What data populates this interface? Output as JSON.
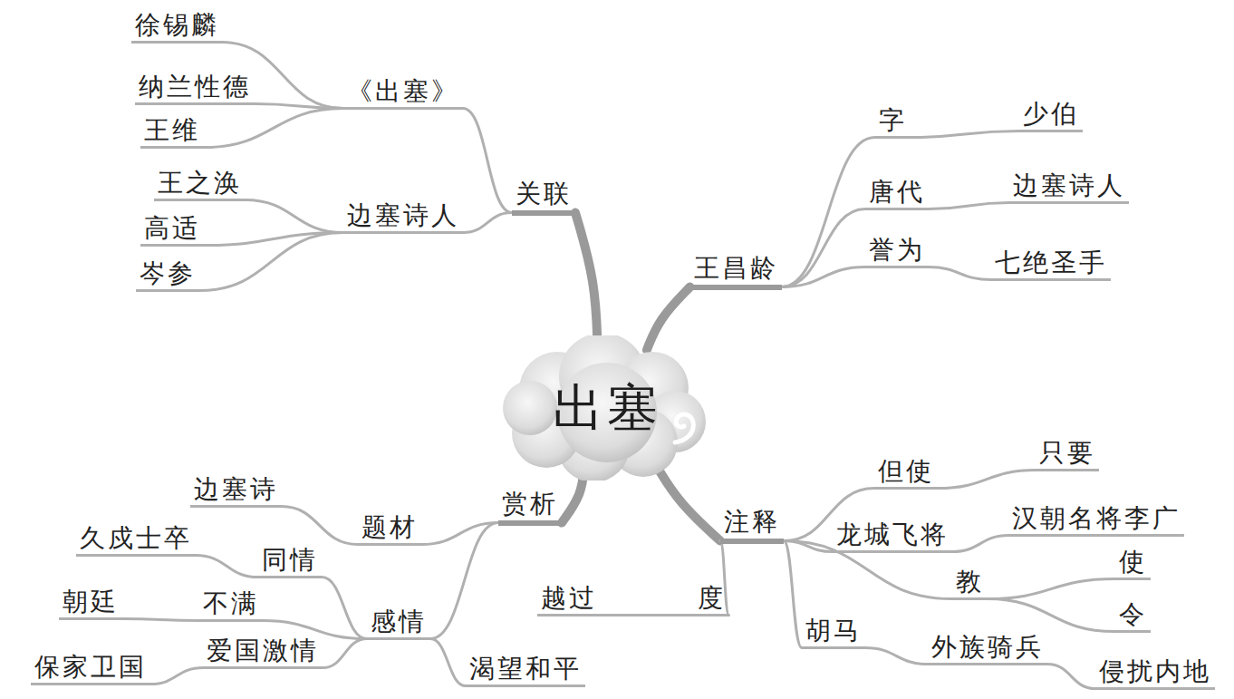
{
  "diagram": {
    "nodes": [
      {
        "text": [
          "出塞"
        ]
      },
      {
        "text": [
          "关联"
        ]
      },
      {
        "text": [
          "《出塞》"
        ]
      },
      {
        "text": [
          "徐锡麟"
        ]
      },
      {
        "text": [
          "纳兰性德"
        ]
      },
      {
        "text": [
          "王维"
        ]
      },
      {
        "text": [
          "边塞诗人"
        ]
      },
      {
        "text": [
          "王之涣"
        ]
      },
      {
        "text": [
          "高适"
        ]
      },
      {
        "text": [
          "岑参"
        ]
      },
      {
        "text": [
          "王昌龄"
        ]
      },
      {
        "text": [
          "字"
        ]
      },
      {
        "text": [
          "少伯"
        ]
      },
      {
        "text": [
          "唐代"
        ]
      },
      {
        "text": [
          "边塞诗人"
        ]
      },
      {
        "text": [
          "誉为"
        ]
      },
      {
        "text": [
          "七绝圣手"
        ]
      },
      {
        "text": [
          "赏析"
        ]
      },
      {
        "text": [
          "题材"
        ]
      },
      {
        "text": [
          "边塞诗"
        ]
      },
      {
        "text": [
          "感情"
        ]
      },
      {
        "text": [
          "同情"
        ]
      },
      {
        "text": [
          "久戍士卒"
        ]
      },
      {
        "text": [
          "不满"
        ]
      },
      {
        "text": [
          "朝廷"
        ]
      },
      {
        "text": [
          "爱国激情"
        ]
      },
      {
        "text": [
          "保家卫国"
        ]
      },
      {
        "text": [
          "渴望和平"
        ]
      },
      {
        "text": [
          "注释"
        ]
      },
      {
        "text": [
          "但使"
        ]
      },
      {
        "text": [
          "只要"
        ]
      },
      {
        "text": [
          "龙城飞将"
        ]
      },
      {
        "text": [
          "汉朝名将李广"
        ]
      },
      {
        "text": [
          "教"
        ]
      },
      {
        "text": [
          "使"
        ]
      },
      {
        "text": [
          "令"
        ]
      },
      {
        "text": [
          "胡马"
        ]
      },
      {
        "text": [
          "外族骑兵"
        ]
      },
      {
        "text": [
          "侵扰内地"
        ]
      },
      {
        "text": [
          "度"
        ]
      },
      {
        "text": [
          "越过"
        ]
      }
    ],
    "edges": [
      {
        "from": 0,
        "to": 1,
        "arrow": "none"
      },
      {
        "from": 1,
        "to": 2,
        "arrow": "none"
      },
      {
        "from": 2,
        "to": 3,
        "arrow": "none"
      },
      {
        "from": 2,
        "to": 4,
        "arrow": "none"
      },
      {
        "from": 2,
        "to": 5,
        "arrow": "none"
      },
      {
        "from": 1,
        "to": 6,
        "arrow": "none"
      },
      {
        "from": 6,
        "to": 7,
        "arrow": "none"
      },
      {
        "from": 6,
        "to": 8,
        "arrow": "none"
      },
      {
        "from": 6,
        "to": 9,
        "arrow": "none"
      },
      {
        "from": 0,
        "to": 10,
        "arrow": "none"
      },
      {
        "from": 10,
        "to": 11,
        "arrow": "none"
      },
      {
        "from": 11,
        "to": 12,
        "arrow": "none"
      },
      {
        "from": 10,
        "to": 13,
        "arrow": "none"
      },
      {
        "from": 13,
        "to": 14,
        "arrow": "none"
      },
      {
        "from": 10,
        "to": 15,
        "arrow": "none"
      },
      {
        "from": 15,
        "to": 16,
        "arrow": "none"
      },
      {
        "from": 0,
        "to": 17,
        "arrow": "none"
      },
      {
        "from": 17,
        "to": 18,
        "arrow": "none"
      },
      {
        "from": 18,
        "to": 19,
        "arrow": "none"
      },
      {
        "from": 17,
        "to": 20,
        "arrow": "none"
      },
      {
        "from": 20,
        "to": 21,
        "arrow": "none"
      },
      {
        "from": 21,
        "to": 22,
        "arrow": "none"
      },
      {
        "from": 20,
        "to": 23,
        "arrow": "none"
      },
      {
        "from": 23,
        "to": 24,
        "arrow": "none"
      },
      {
        "from": 20,
        "to": 25,
        "arrow": "none"
      },
      {
        "from": 25,
        "to": 26,
        "arrow": "none"
      },
      {
        "from": 20,
        "to": 27,
        "arrow": "none"
      },
      {
        "from": 0,
        "to": 28,
        "arrow": "none"
      },
      {
        "from": 28,
        "to": 29,
        "arrow": "none"
      },
      {
        "from": 29,
        "to": 30,
        "arrow": "none"
      },
      {
        "from": 28,
        "to": 31,
        "arrow": "none"
      },
      {
        "from": 31,
        "to": 32,
        "arrow": "none"
      },
      {
        "from": 28,
        "to": 33,
        "arrow": "none"
      },
      {
        "from": 33,
        "to": 34,
        "arrow": "none"
      },
      {
        "from": 33,
        "to": 35,
        "arrow": "none"
      },
      {
        "from": 28,
        "to": 36,
        "arrow": "none"
      },
      {
        "from": 36,
        "to": 37,
        "arrow": "none"
      },
      {
        "from": 37,
        "to": 38,
        "arrow": "none"
      },
      {
        "from": 28,
        "to": 39,
        "arrow": "none"
      },
      {
        "from": 39,
        "to": 40,
        "arrow": "none"
      }
    ]
  }
}
